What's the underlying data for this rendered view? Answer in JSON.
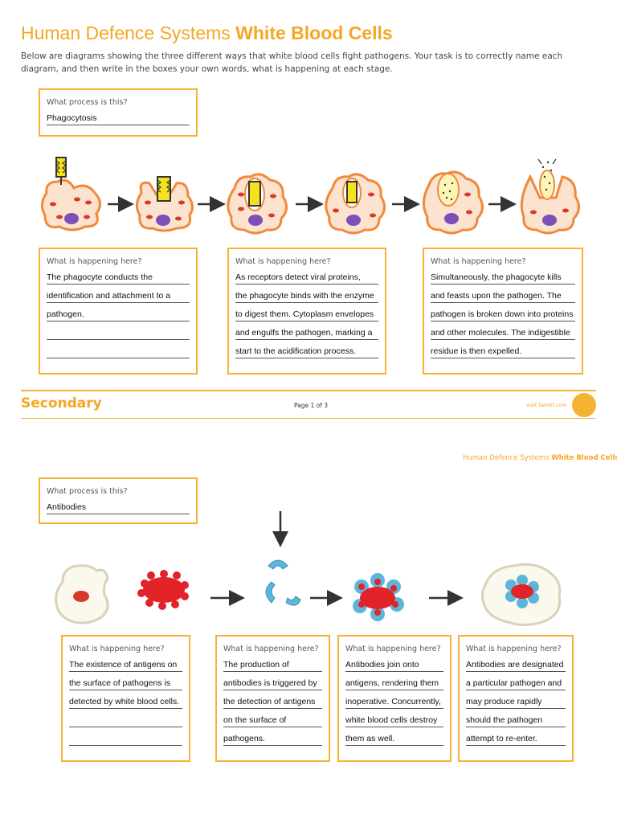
{
  "title": {
    "light": "Human Defence Systems",
    "bold": "White Blood Cells"
  },
  "intro": "Below are diagrams showing the three different ways that white blood cells fight pathogens. Your task is to correctly name each diagram, and then write in the boxes  your own words, what is happening at each stage.",
  "section1": {
    "process_q": "What process is this?",
    "process_answer": "Phagocytosis",
    "boxes": [
      {
        "q": "What is happening here?",
        "lines": [
          "The phagocyte conducts the",
          "identification and attachment to a",
          "pathogen.",
          "",
          ""
        ]
      },
      {
        "q": "What is happening here?",
        "lines": [
          "As receptors detect viral proteins,",
          "the phagocyte binds with the enzyme",
          "to digest them. Cytoplasm envelopes",
          "and engulfs the pathogen, marking a",
          "start to the acidification process."
        ]
      },
      {
        "q": "What is happening here?",
        "lines": [
          "Simultaneously, the phagocyte kills",
          "and feasts upon the pathogen. The",
          "pathogen is broken down into proteins",
          "and other molecules. The indigestible",
          "residue is then expelled."
        ]
      }
    ]
  },
  "footer": {
    "brand": "Secondary",
    "page": "Page 1 of 3",
    "visit": "visit twinkl.com"
  },
  "header2": {
    "light": "Human Defence Systems",
    "bold": "White Blood Cells"
  },
  "section2": {
    "process_q": "What process is this?",
    "process_answer": "Antibodies",
    "boxes": [
      {
        "q": "What is happening here?",
        "lines": [
          "The existence of antigens on",
          "the surface of pathogens is",
          "detected by white blood cells.",
          "",
          ""
        ]
      },
      {
        "q": "What is happening here?",
        "lines": [
          "The production of",
          "antibodies is triggered by",
          "the detection of antigens",
          "on the surface of",
          "pathogens."
        ]
      },
      {
        "q": "What is happening here?",
        "lines": [
          "Antibodies join onto",
          "antigens, rendering them",
          "inoperative. Concurrently,",
          "white blood cells destroy",
          "them as well."
        ]
      },
      {
        "q": "What is happening here?",
        "lines": [
          "Antibodies are designated",
          "a particular pathogen and",
          "may produce rapidly",
          "should the pathogen",
          "attempt to re-enter."
        ]
      }
    ]
  },
  "colors": {
    "accent": "#f5a623",
    "border": "#f5b335",
    "cell": "#fbe3cf",
    "cell_edge": "#f0893a",
    "nucleus": "#7d4fb8",
    "granule": "#d8392b",
    "pathogen": "#f3e21c",
    "antibody": "#5bb6d9",
    "antigen": "#e2232a"
  }
}
